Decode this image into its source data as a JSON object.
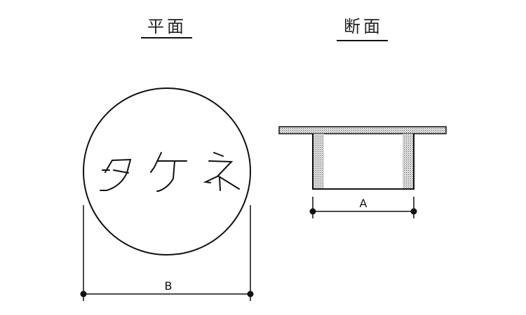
{
  "plan_view": {
    "title": "平面",
    "stamp_text": "タケネ",
    "dimension_label": "B"
  },
  "section_view": {
    "title": "断面",
    "dimension_label": "A"
  },
  "colors": {
    "line": "#111111",
    "hatch_fill": "#bdbdbd",
    "background": "#ffffff"
  }
}
